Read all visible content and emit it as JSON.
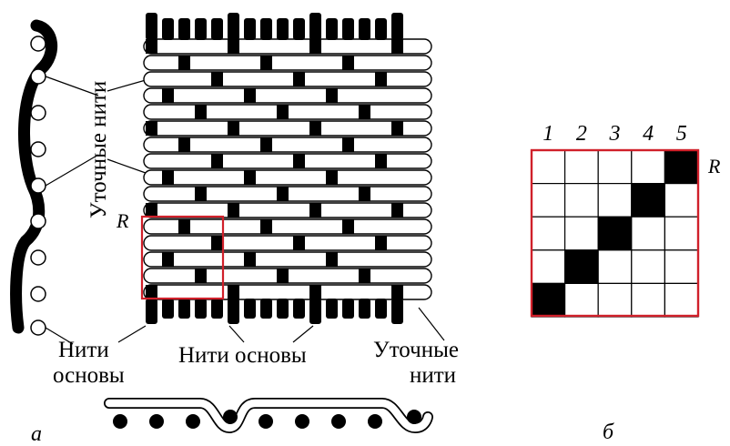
{
  "figure_a": {
    "panel_letter": "а",
    "label_weft_vertical": "Уточные нити",
    "label_warp_left_line1": "Нити",
    "label_warp_left_line2": "основы",
    "label_warp_center": "Нити основы",
    "label_weft_right_line1": "Уточные",
    "label_weft_right_line2": "нити",
    "repeat_label": "R"
  },
  "figure_b": {
    "panel_letter": "б",
    "repeat_label": "R",
    "column_numbers": [
      "1",
      "2",
      "3",
      "4",
      "5"
    ],
    "grid_size": 5,
    "filled_cells": [
      [
        0,
        4
      ],
      [
        1,
        3
      ],
      [
        2,
        2
      ],
      [
        3,
        1
      ],
      [
        4,
        0
      ]
    ]
  },
  "colors": {
    "ink": "#000000",
    "highlight": "#d0202a",
    "paper": "#ffffff"
  }
}
